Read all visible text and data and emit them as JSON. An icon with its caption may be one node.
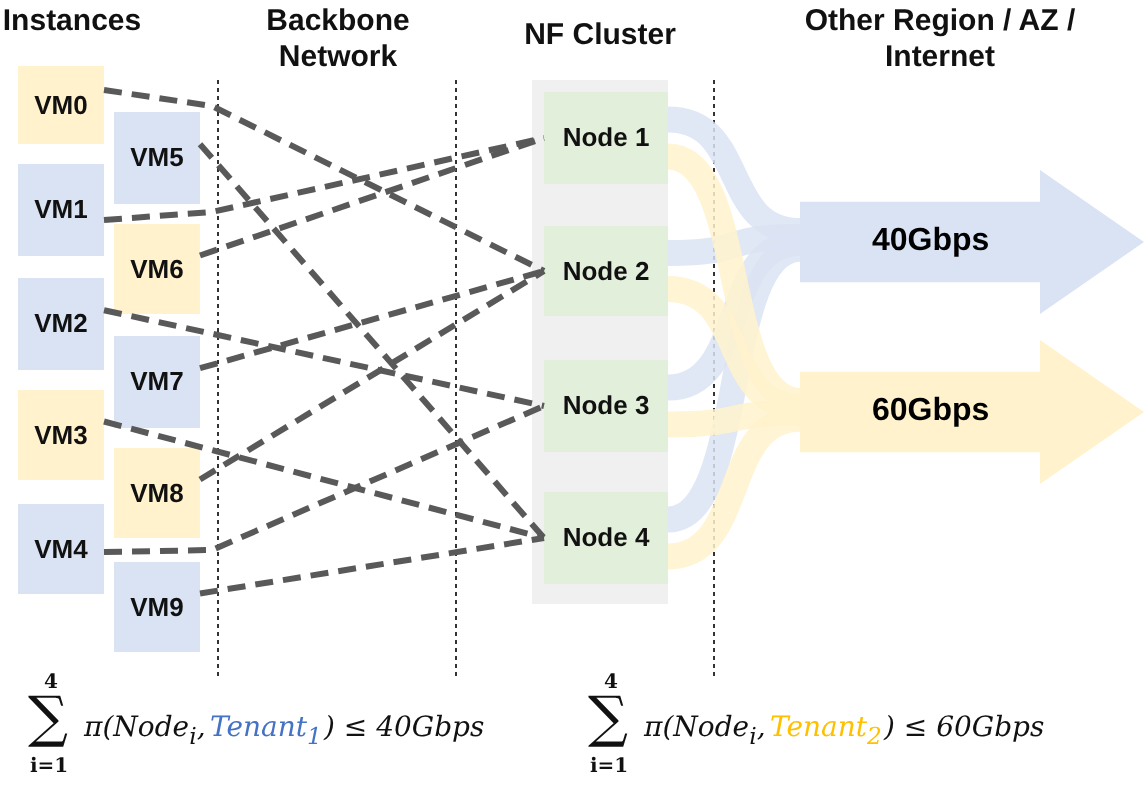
{
  "diagram": {
    "nodes": [
      {
        "text": [
          "VM0"
        ]
      },
      {
        "text": [
          "VM1"
        ]
      },
      {
        "text": [
          "VM2"
        ]
      },
      {
        "text": [
          "VM3"
        ]
      },
      {
        "text": [
          "VM4"
        ]
      },
      {
        "text": [
          "VM5"
        ]
      },
      {
        "text": [
          "VM6"
        ]
      },
      {
        "text": [
          "VM7"
        ]
      },
      {
        "text": [
          "VM8"
        ]
      },
      {
        "text": [
          "VM9"
        ]
      },
      {
        "text": [
          "NF Cluster"
        ]
      },
      {
        "text": [
          "Node 1"
        ],
        "in": 10
      },
      {
        "text": [
          "Node 2"
        ],
        "in": 10
      },
      {
        "text": [
          "Node 3"
        ],
        "in": 10
      },
      {
        "text": [
          "Node 4"
        ],
        "in": 10
      },
      {
        "text": [
          "40Gbps"
        ]
      },
      {
        "text": [
          "60Gbps"
        ]
      }
    ],
    "edges": [
      {
        "from": 0,
        "to": 12,
        "arrow": "none",
        "style": "dashed"
      },
      {
        "from": 1,
        "to": 11,
        "arrow": "none",
        "style": "dashed"
      },
      {
        "from": 5,
        "to": 14,
        "arrow": "none",
        "style": "dashed"
      },
      {
        "from": 6,
        "to": 11,
        "arrow": "none",
        "style": "dashed"
      },
      {
        "from": 2,
        "to": 13,
        "arrow": "none",
        "style": "dashed"
      },
      {
        "from": 7,
        "to": 12,
        "arrow": "none",
        "style": "dashed"
      },
      {
        "from": 3,
        "to": 14,
        "arrow": "none",
        "style": "dashed"
      },
      {
        "from": 4,
        "to": 13,
        "arrow": "none",
        "style": "dashed"
      },
      {
        "from": 8,
        "to": 12,
        "arrow": "none",
        "style": "dashed"
      },
      {
        "from": 9,
        "to": 14,
        "arrow": "none",
        "style": "dashed"
      },
      {
        "from": 11,
        "to": 15,
        "arrow": "none",
        "style": "thick",
        "color": "#dae3f3"
      },
      {
        "from": 12,
        "to": 15,
        "arrow": "none",
        "style": "thick",
        "color": "#dae3f3"
      },
      {
        "from": 13,
        "to": 15,
        "arrow": "none",
        "style": "thick",
        "color": "#dae3f3"
      },
      {
        "from": 14,
        "to": 15,
        "arrow": "none",
        "style": "thick",
        "color": "#dae3f3"
      },
      {
        "from": 11,
        "to": 16,
        "arrow": "none",
        "style": "thick",
        "color": "#fff2cc"
      },
      {
        "from": 12,
        "to": 16,
        "arrow": "none",
        "style": "thick",
        "color": "#fff2cc"
      },
      {
        "from": 13,
        "to": 16,
        "arrow": "none",
        "style": "thick",
        "color": "#fff2cc"
      },
      {
        "from": 14,
        "to": 16,
        "arrow": "none",
        "style": "thick",
        "color": "#fff2cc"
      }
    ],
    "labels": [
      "Instances",
      "Backbone Network",
      "Other Region / AZ / Internet",
      "4",
      "∑",
      "i=1",
      "π(Node$_{i}$,",
      "Tenant$_{1}$",
      ") ≤ 40Gbps",
      "4",
      "∑",
      "i=1",
      "π(Node$_{i}$,",
      "Tenant$_{2}$",
      ") ≤ 60Gbps"
    ]
  }
}
